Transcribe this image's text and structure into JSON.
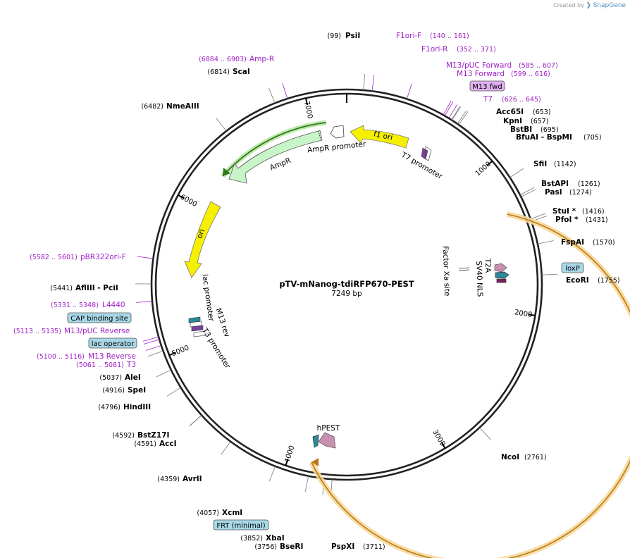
{
  "credit": {
    "prefix": "Created by",
    "brand": "SnapGene"
  },
  "plasmid": {
    "name": "pTV-mNanog-tdiRFP670-PEST",
    "size_label": "7249 bp",
    "length": 7249
  },
  "ticks": [
    {
      "pos": 1000,
      "label": "1000"
    },
    {
      "pos": 2000,
      "label": "2000"
    },
    {
      "pos": 3000,
      "label": "3000"
    },
    {
      "pos": 4000,
      "label": "4000"
    },
    {
      "pos": 5000,
      "label": "5000"
    },
    {
      "pos": 6000,
      "label": "6000"
    },
    {
      "pos": 7000,
      "label": "7000"
    }
  ],
  "enzymes": [
    {
      "name": "PsiI",
      "pos_label": "(99)",
      "pos": 99
    },
    {
      "name": "Acc65I",
      "pos_label": "(653)",
      "pos": 653
    },
    {
      "name": "KpnI",
      "pos_label": "(657)",
      "pos": 657
    },
    {
      "name": "BstBI",
      "pos_label": "(695)",
      "pos": 695
    },
    {
      "name": "BfuAI - BspMI",
      "pos_label": "(705)",
      "pos": 705
    },
    {
      "name": "SfiI",
      "pos_label": "(1142)",
      "pos": 1142
    },
    {
      "name": "BstAPI",
      "pos_label": "(1261)",
      "pos": 1261
    },
    {
      "name": "PasI",
      "pos_label": "(1274)",
      "pos": 1274
    },
    {
      "name": "StuI *",
      "pos_label": "(1416)",
      "pos": 1416
    },
    {
      "name": "PfoI *",
      "pos_label": "(1431)",
      "pos": 1431
    },
    {
      "name": "FspAI",
      "pos_label": "(1570)",
      "pos": 1570
    },
    {
      "name": "EcoRI",
      "pos_label": "(1755)",
      "pos": 1755
    },
    {
      "name": "NcoI",
      "pos_label": "(2761)",
      "pos": 2761
    },
    {
      "name": "PspXI",
      "pos_label": "(3711)",
      "pos": 3711
    },
    {
      "name": "BseRI",
      "pos_label": "(3756)",
      "pos": 3756
    },
    {
      "name": "XbaI",
      "pos_label": "(3852)",
      "pos": 3852
    },
    {
      "name": "XcmI",
      "pos_label": "(4057)",
      "pos": 4057
    },
    {
      "name": "AvrII",
      "pos_label": "(4359)",
      "pos": 4359
    },
    {
      "name": "AccI",
      "pos_label": "(4591)",
      "pos": 4591
    },
    {
      "name": "BstZ17I",
      "pos_label": "(4592)",
      "pos": 4592
    },
    {
      "name": "HindIII",
      "pos_label": "(4796)",
      "pos": 4796
    },
    {
      "name": "SpeI",
      "pos_label": "(4916)",
      "pos": 4916
    },
    {
      "name": "AleI",
      "pos_label": "(5037)",
      "pos": 5037
    },
    {
      "name": "AflIII - PciI",
      "pos_label": "(5441)",
      "pos": 5441
    },
    {
      "name": "NmeAIII",
      "pos_label": "(6482)",
      "pos": 6482
    },
    {
      "name": "ScaI",
      "pos_label": "(6814)",
      "pos": 6814
    }
  ],
  "primers": [
    {
      "name": "F1ori-F",
      "range": "(140 .. 161)",
      "pos": 150
    },
    {
      "name": "F1ori-R",
      "range": "(352 .. 371)",
      "pos": 361
    },
    {
      "name": "M13/pUC Forward",
      "range": "(585 .. 607)",
      "pos": 596
    },
    {
      "name": "M13 Forward",
      "range": "(599 .. 616)",
      "pos": 607
    },
    {
      "name": "T7",
      "range": "(626 .. 645)",
      "pos": 635
    },
    {
      "name": "Amp-R",
      "range": "(6884 .. 6903)",
      "pos": 6893
    },
    {
      "name": "pBR322ori-F",
      "range": "(5582 .. 5601)",
      "pos": 5591
    },
    {
      "name": "L4440",
      "range": "(5331 .. 5348)",
      "pos": 5339
    },
    {
      "name": "M13/pUC Reverse",
      "range": "(5113 .. 5135)",
      "pos": 5124
    },
    {
      "name": "M13 Reverse",
      "range": "(5100 .. 5116)",
      "pos": 5108
    },
    {
      "name": "T3",
      "range": "(5061 .. 5081)",
      "pos": 5071
    }
  ],
  "boxed_features": [
    {
      "name": "M13 fwd",
      "style": "purple"
    },
    {
      "name": "loxP",
      "style": "blue"
    },
    {
      "name": "CAP binding site",
      "style": "blue"
    },
    {
      "name": "lac operator",
      "style": "blue"
    },
    {
      "name": "FRT (minimal)",
      "style": "blue"
    }
  ],
  "features": {
    "f1_ori": "f1 ori",
    "ampr_promoter": "AmpR promoter",
    "ampr": "AmpR",
    "ori": "ori",
    "t7_promoter": "T7 promoter",
    "factor_xa": "Factor Xa site",
    "t2a": "T2A",
    "sv40_nls": "SV40 NLS",
    "hpest": "hPEST",
    "lac_promoter": "lac promoter",
    "m13_rev": "M13 rev",
    "t3_promoter": "T3 promoter"
  },
  "colors": {
    "backbone": "#222222",
    "primer": "#a020c8",
    "yellow": "#f5f000",
    "ampr_fill": "#c8f5c8",
    "orange_arc": "#f0a830",
    "green_arc": "#3c9a1c",
    "teal": "#2a8a9a",
    "pink": "#c890b0",
    "box_blue": "#a8d8e8",
    "box_purple": "#e0b0f0"
  }
}
